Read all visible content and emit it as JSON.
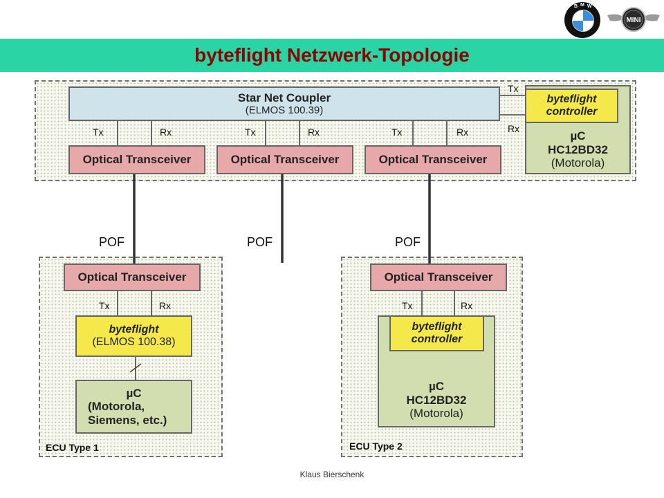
{
  "title": "byteflight Netzwerk-Topologie",
  "footer": "Klaus Bierschenk",
  "logos": {
    "bmw_letters": [
      "B",
      "M",
      "W"
    ],
    "mini_text": "MINI"
  },
  "top": {
    "coupler": {
      "title": "Star Net Coupler",
      "sub": "(ELMOS 100.39)"
    },
    "transceivers": [
      "Optical Transceiver",
      "Optical Transceiver",
      "Optical Transceiver"
    ],
    "tx": "Tx",
    "rx": "Rx",
    "controller": {
      "line1": "byteflight",
      "line2": "controller"
    },
    "uc": {
      "line1": "µC",
      "line2": "HC12BD32",
      "line3": "(Motorola)"
    }
  },
  "pof": "POF",
  "ecu1": {
    "transceiver": "Optical Transceiver",
    "tx": "Tx",
    "rx": "Rx",
    "byteflight": {
      "line1": "byteflight",
      "line2": "(ELMOS 100.38)"
    },
    "uc": {
      "line1": "µC",
      "line2": "(Motorola,",
      "line3": "Siemens, etc.)"
    },
    "label": "ECU Type  1"
  },
  "ecu2": {
    "transceiver": "Optical Transceiver",
    "tx": "Tx",
    "rx": "Rx",
    "controller": {
      "line1": "byteflight",
      "line2": "controller"
    },
    "uc": {
      "line1": "µC",
      "line2": "HC12BD32",
      "line3": "(Motorola)"
    },
    "label": "ECU Type 2"
  },
  "colors": {
    "title_bar": "#2bd4a4",
    "title_text": "#8b0000",
    "coupler": "#cfe3ea",
    "transceiver": "#e6a8a8",
    "controller": "#f5e84a",
    "microcontroller": "#d3deb0"
  }
}
